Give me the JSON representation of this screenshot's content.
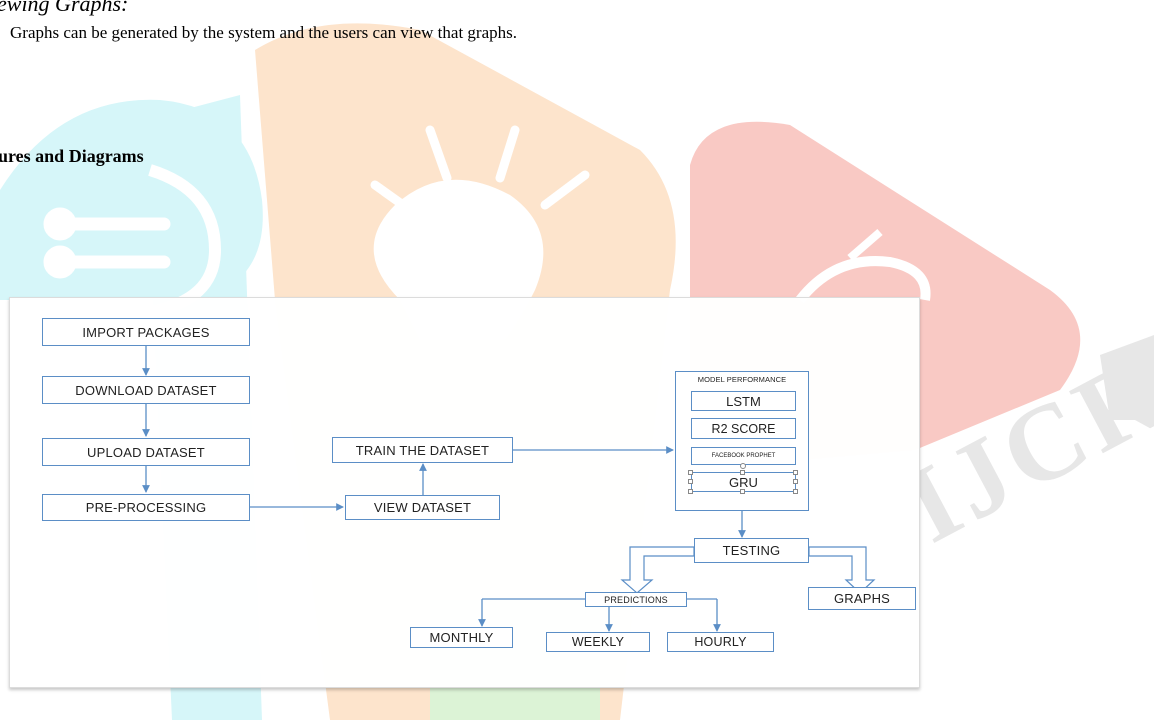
{
  "document": {
    "section_title": "ewing Graphs:",
    "body_line": "Graphs can be generated by the system and the users can view that graphs.",
    "heading": "ures and Diagrams"
  },
  "watermark": {
    "text": "IJCRT",
    "colors": {
      "cyan": "#d6f6f9",
      "orange": "#fde4cc",
      "red": "#f9c9c4",
      "green": "#dcf3d6",
      "gray": "#e7e7e7"
    }
  },
  "diagram": {
    "colors": {
      "stroke": "#5b8ec6",
      "text": "#222222"
    },
    "nodes": {
      "import_packages": "IMPORT PACKAGES",
      "download_dataset": "DOWNLOAD DATASET",
      "upload_dataset": "UPLOAD DATASET",
      "pre_processing": "PRE-PROCESSING",
      "view_dataset": "VIEW DATASET",
      "train_dataset": "TRAIN THE DATASET",
      "model_performance": "MODEL PERFORMANCE",
      "lstm": "LSTM",
      "r2_score": "R2 SCORE",
      "facebook_prophet": "FACEBOOK  PROPHET",
      "gru": "GRU",
      "testing": "TESTING",
      "predictions": "PREDICTIONS",
      "graphs": "GRAPHS",
      "monthly": "MONTHLY",
      "weekly": "WEEKLY",
      "hourly": "HOURLY"
    }
  }
}
